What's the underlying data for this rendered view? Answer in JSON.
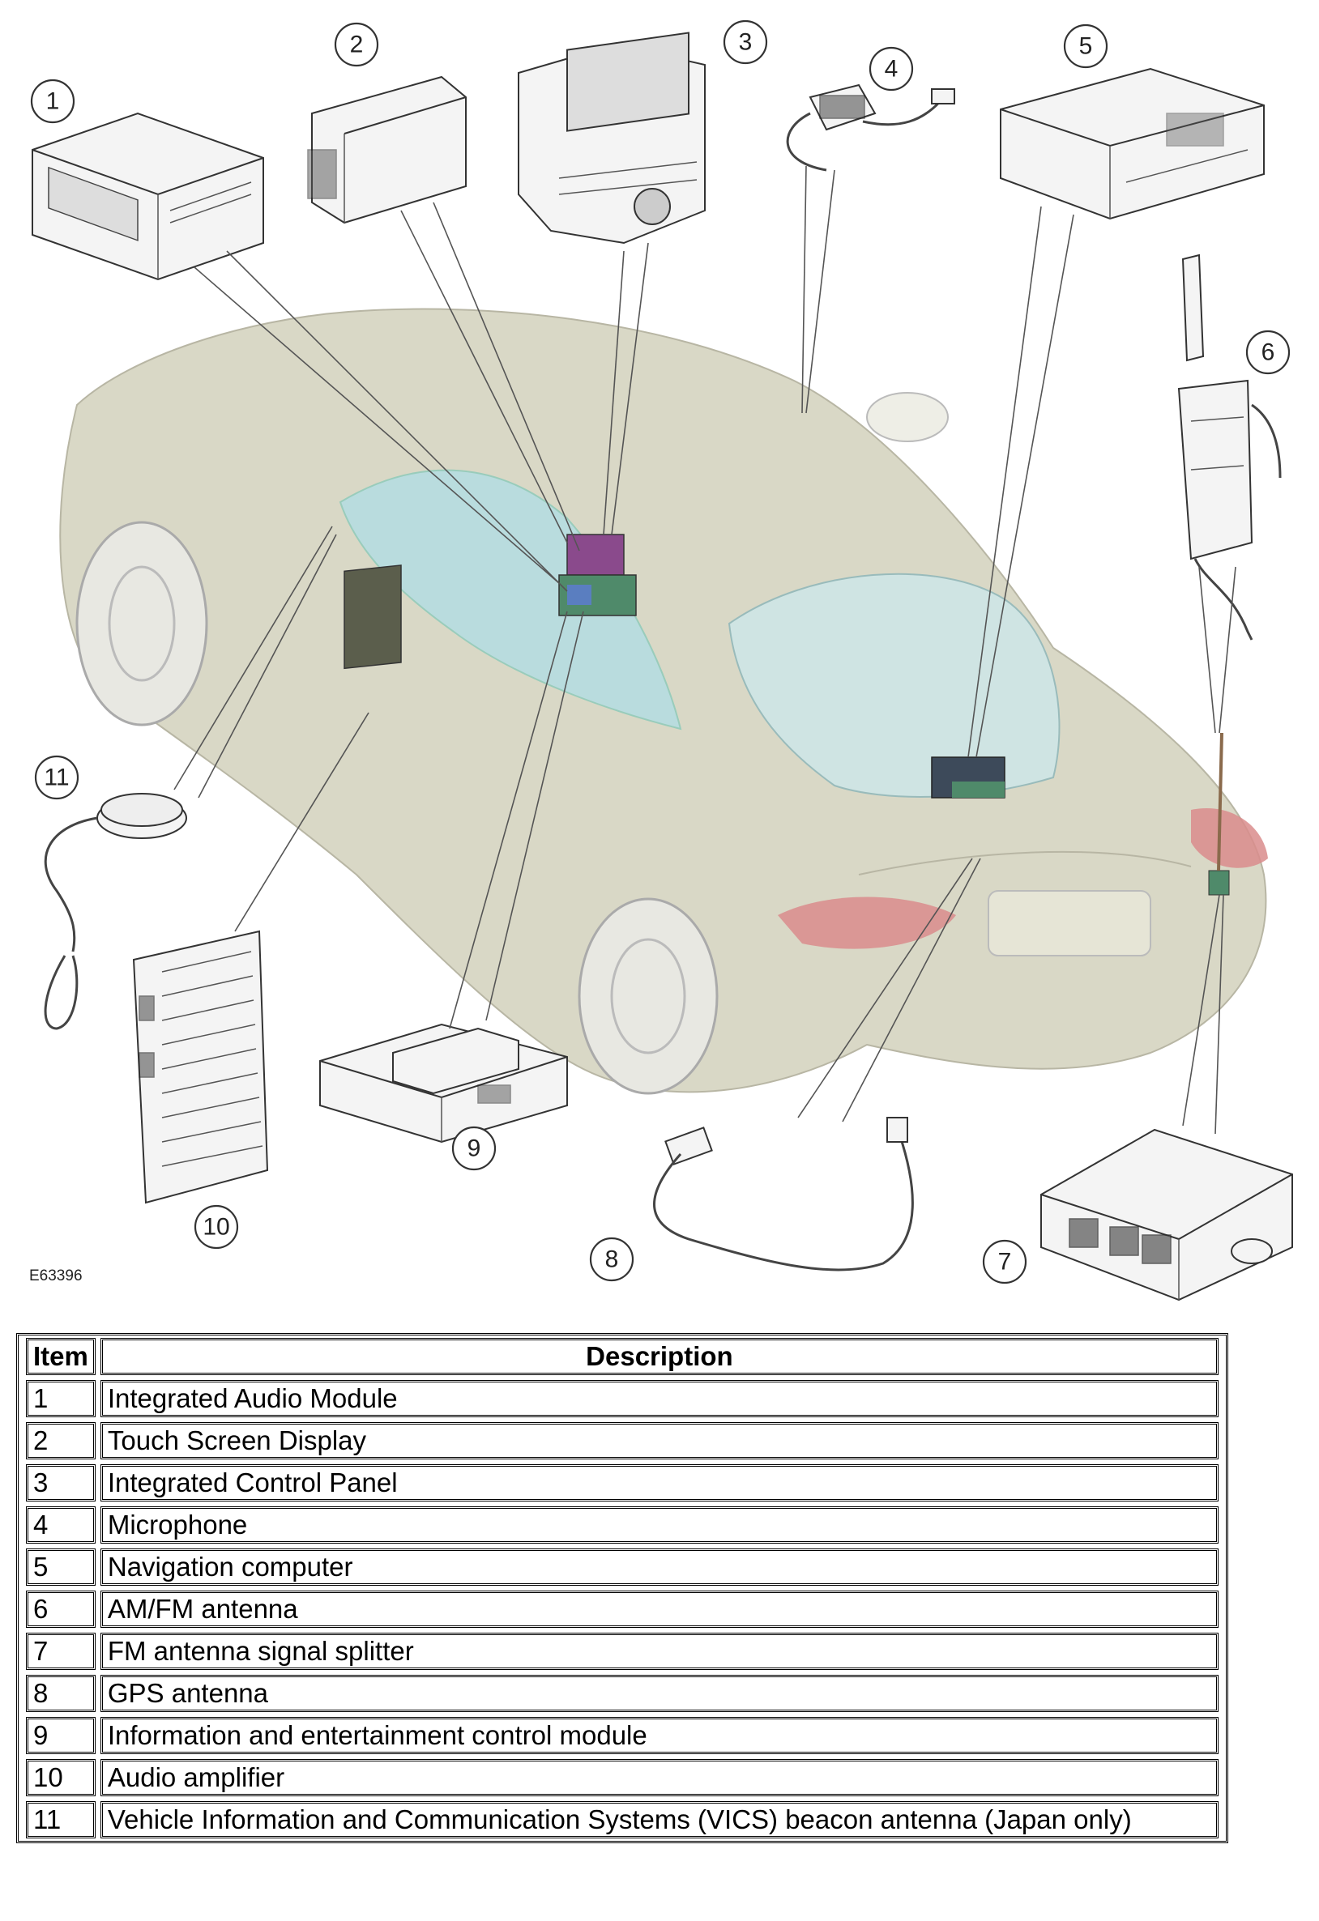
{
  "figure": {
    "id_label": "E63396",
    "callouts": [
      "1",
      "2",
      "3",
      "4",
      "5",
      "6",
      "7",
      "8",
      "9",
      "10",
      "11"
    ]
  },
  "legend": {
    "headers": {
      "item": "Item",
      "description": "Description"
    },
    "rows": [
      {
        "item": "1",
        "description": "Integrated Audio Module"
      },
      {
        "item": "2",
        "description": "Touch Screen Display"
      },
      {
        "item": "3",
        "description": "Integrated Control Panel"
      },
      {
        "item": "4",
        "description": "Microphone"
      },
      {
        "item": "5",
        "description": "Navigation computer"
      },
      {
        "item": "6",
        "description": "AM/FM antenna"
      },
      {
        "item": "7",
        "description": "FM antenna signal splitter"
      },
      {
        "item": "8",
        "description": "GPS antenna"
      },
      {
        "item": "9",
        "description": "Information and entertainment control module"
      },
      {
        "item": "10",
        "description": "Audio amplifier"
      },
      {
        "item": "11",
        "description": "Vehicle Information and Communication Systems (VICS) beacon antenna (Japan only)"
      }
    ]
  },
  "colors": {
    "car_body": "#d9d8c6",
    "car_glass": "#b9dcde",
    "tail_light": "#d98c8c",
    "module_purple": "#8a4a8c",
    "module_green": "#4f8a6a",
    "module_dark": "#3d4a5a"
  }
}
